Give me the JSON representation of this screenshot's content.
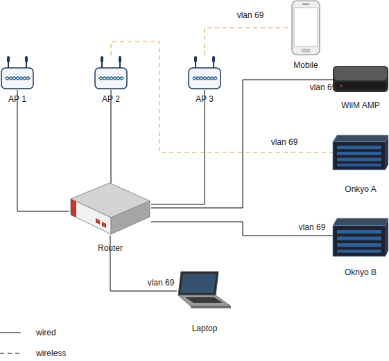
{
  "diagram": {
    "nodes": [
      {
        "text": [
          "Mobile"
        ]
      },
      {
        "text": [
          "AP 1"
        ]
      },
      {
        "text": [
          "AP 2"
        ]
      },
      {
        "text": [
          "AP 3"
        ]
      },
      {
        "text": [
          "WiiM AMP"
        ]
      },
      {
        "text": [
          "Onkyo A"
        ]
      },
      {
        "text": [
          "Router"
        ]
      },
      {
        "text": [
          "Oknyo B"
        ]
      },
      {
        "text": [
          "Laptop"
        ]
      }
    ],
    "edges": [
      {
        "from": 1,
        "to": 6,
        "arrow": "none"
      },
      {
        "from": 2,
        "to": 6,
        "arrow": "none"
      },
      {
        "from": 3,
        "to": 6,
        "arrow": "none"
      },
      {
        "from": 3,
        "to": 0,
        "label": "vlan 69",
        "arrow": "none"
      },
      {
        "from": 2,
        "to": 5,
        "label": "vlan 69",
        "arrow": "none"
      },
      {
        "from": 6,
        "to": 4,
        "label": "vlan 69",
        "arrow": "none"
      },
      {
        "from": 6,
        "to": 7,
        "label": "vlan 69",
        "arrow": "none"
      },
      {
        "from": 6,
        "to": 8,
        "label": "vlan 69",
        "arrow": "none"
      }
    ],
    "legend": [
      {
        "text": "wired"
      },
      {
        "text": "wireless"
      }
    ]
  }
}
